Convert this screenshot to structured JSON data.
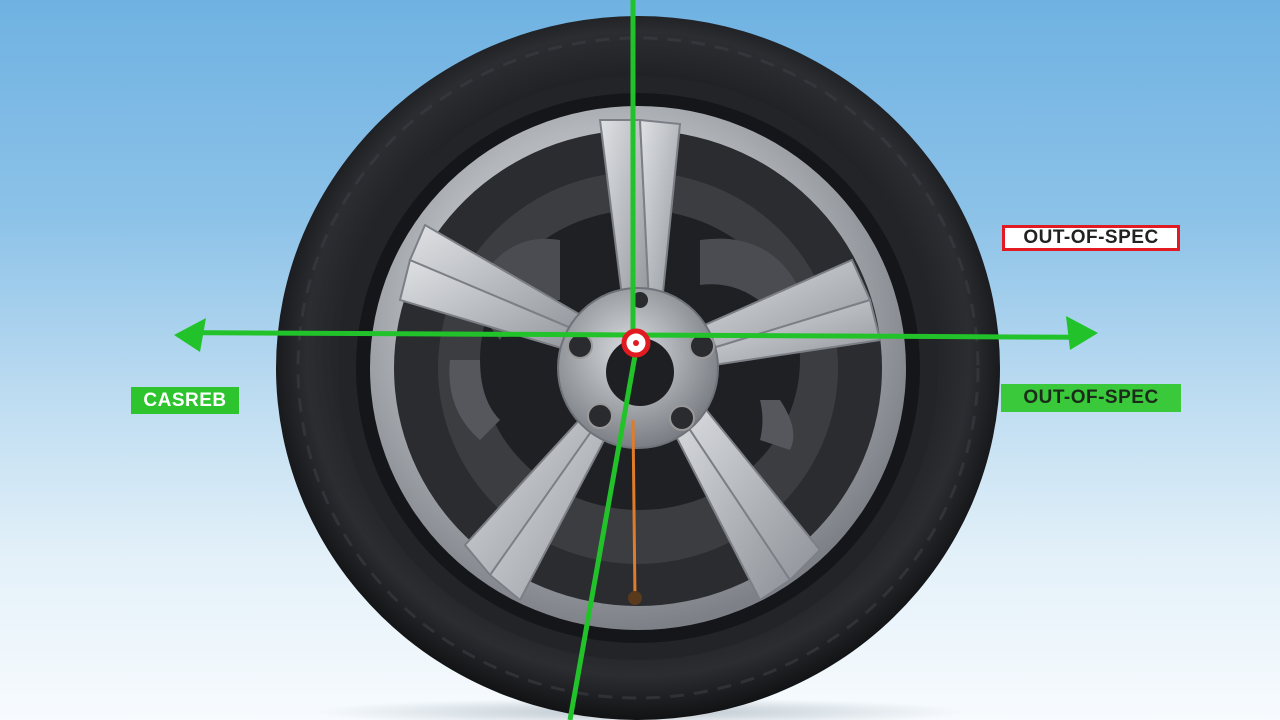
{
  "labels": {
    "top_right": "OUT-OF-SPEC",
    "middle_right": "OUT-OF-SPEC",
    "left": "CASREB"
  },
  "colors": {
    "sky_top": "#6fb2e2",
    "sky_bottom": "#f7fbfe",
    "tire": "#1a1b1d",
    "rim": "#b9bcc0",
    "axis_line": "#22c32a",
    "warning": "#e21b23",
    "caster_line": "#e07b2a"
  },
  "icons": {
    "center_marker": "red-ring-marker",
    "axis_arrows": "double-headed-arrow"
  }
}
